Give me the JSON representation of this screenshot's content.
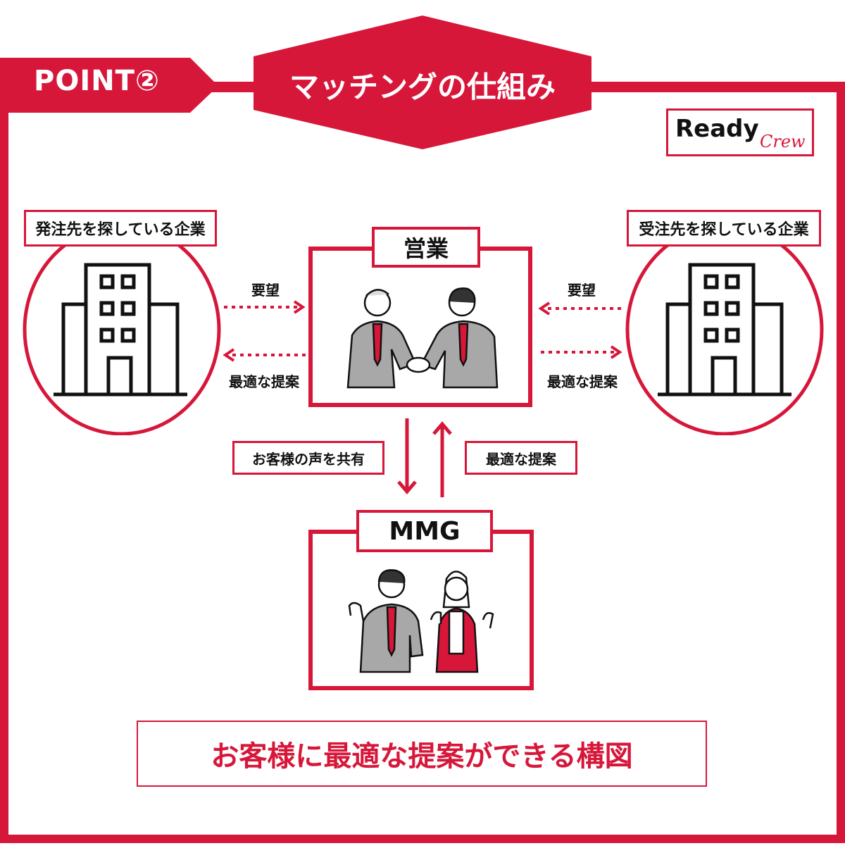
{
  "header": {
    "point_label": "POINT②",
    "title": "マッチングの仕組み"
  },
  "logo": {
    "ready": "Ready",
    "crew": "Crew"
  },
  "left_company": {
    "label": "発注先を探している企業",
    "icon": "building-icon"
  },
  "right_company": {
    "label": "受注先を探している企業",
    "icon": "building-icon"
  },
  "sales": {
    "label": "営業",
    "illustration": "handshake-icon"
  },
  "mmg": {
    "label": "MMG",
    "illustration": "team-icon"
  },
  "arrows": {
    "left_request": "要望",
    "left_proposal": "最適な提案",
    "right_request": "要望",
    "right_proposal": "最適な提案",
    "share_voice": "お客様の声を共有",
    "mmg_proposal": "最適な提案"
  },
  "conclusion": "お客様に最適な提案ができる構図",
  "colors": {
    "accent": "#d7173a",
    "suit": "#a8a8a8",
    "text": "#111111"
  }
}
